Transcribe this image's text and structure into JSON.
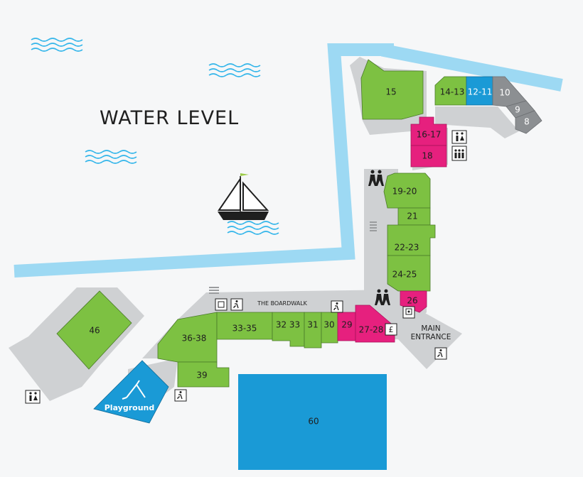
{
  "map": {
    "title": "WATER LEVEL",
    "boardwalk_label": "THE BOARDWALK",
    "entrance_label_line1": "MAIN",
    "entrance_label_line2": "ENTRANCE",
    "playground_label": "Playground",
    "colors": {
      "background": "#f6f7f8",
      "water": "#9dd9f3",
      "walkway": "#cfd1d3",
      "unit_green": "#7dc142",
      "unit_pink": "#e6207e",
      "unit_blue": "#1a9ad6",
      "unit_grey": "#8c8f92",
      "wave": "#35b6ea"
    },
    "units": {
      "u15": "15",
      "u14_13": "14-13",
      "u12_11": "12-11",
      "u10": "10",
      "u9": "9",
      "u8": "8",
      "u16_17": "16-17",
      "u18": "18",
      "u19_20": "19-20",
      "u21": "21",
      "u22_23": "22-23",
      "u24_25": "24-25",
      "u26": "26",
      "u27_28": "27-28",
      "u29": "29",
      "u30": "30",
      "u31": "31",
      "u32_33": "32 33",
      "u33_35": "33-35",
      "u36_38": "36-38",
      "u39": "39",
      "u46": "46",
      "u60": "60"
    },
    "icons": {
      "toilets": "toilets-icon",
      "baby_change": "baby-change-icon",
      "accessible": "accessible-icon",
      "cash_machine": "cash-machine-icon",
      "stairs": "stairs-icon",
      "pedestrians": "pedestrians-icon",
      "lift": "lift-icon",
      "boat": "sailboat-icon",
      "slide": "slide-icon",
      "waves": "waves-icon"
    },
    "cash_symbol": "£"
  }
}
